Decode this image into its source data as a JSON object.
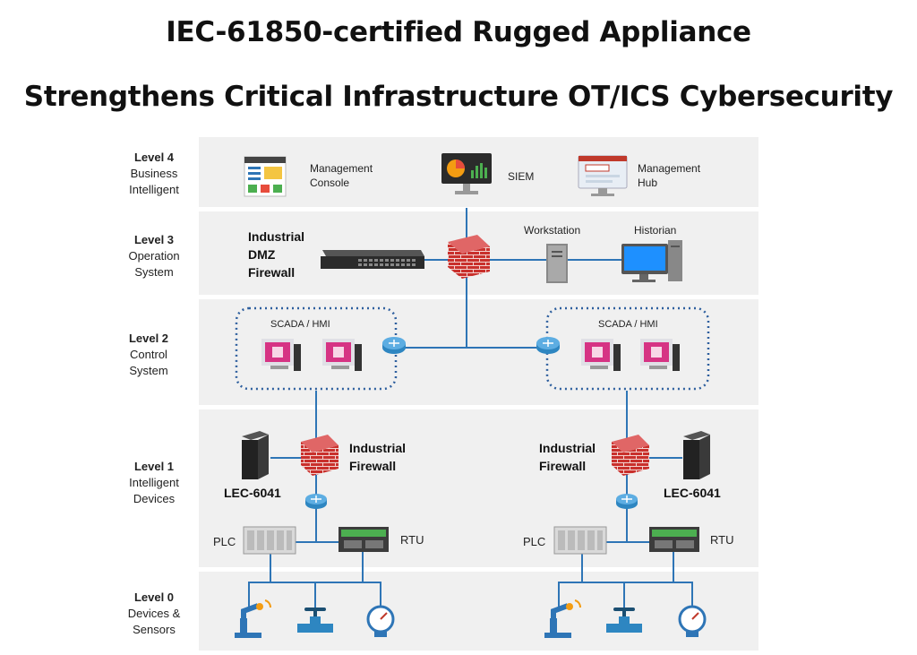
{
  "title_line1": "IEC-61850-certified Rugged Appliance",
  "title_line2": "Strengthens Critical Infrastructure OT/ICS Cybersecurity",
  "levels": [
    {
      "name": "Level 4",
      "desc1": "Business",
      "desc2": "Intelligent"
    },
    {
      "name": "Level 3",
      "desc1": "Operation",
      "desc2": "System"
    },
    {
      "name": "Level 2",
      "desc1": "Control",
      "desc2": "System"
    },
    {
      "name": "Level 1",
      "desc1": "Intelligent",
      "desc2": "Devices"
    },
    {
      "name": "Level 0",
      "desc1": "Devices &",
      "desc2": "Sensors"
    }
  ],
  "level4": {
    "mgmt_console_1": "Management",
    "mgmt_console_2": "Console",
    "siem": "SIEM",
    "mgmt_hub_1": "Management",
    "mgmt_hub_2": "Hub"
  },
  "level3": {
    "dmz_1": "Industrial",
    "dmz_2": "DMZ",
    "dmz_3": "Firewall",
    "workstation": "Workstation",
    "historian": "Historian"
  },
  "level2": {
    "scada_left": "SCADA / HMI",
    "scada_right": "SCADA / HMI"
  },
  "level1": {
    "fw_left_1": "Industrial",
    "fw_left_2": "Firewall",
    "fw_right_1": "Industrial",
    "fw_right_2": "Firewall",
    "lec_left": "LEC-6041",
    "lec_right": "LEC-6041",
    "plc_left": "PLC",
    "rtu_left": "RTU",
    "plc_right": "PLC",
    "rtu_right": "RTU"
  },
  "colors": {
    "line": "#2e75b6",
    "firewall": "#c0392b",
    "band": "#f0f0f0",
    "dotted": "#2e5f9e"
  }
}
